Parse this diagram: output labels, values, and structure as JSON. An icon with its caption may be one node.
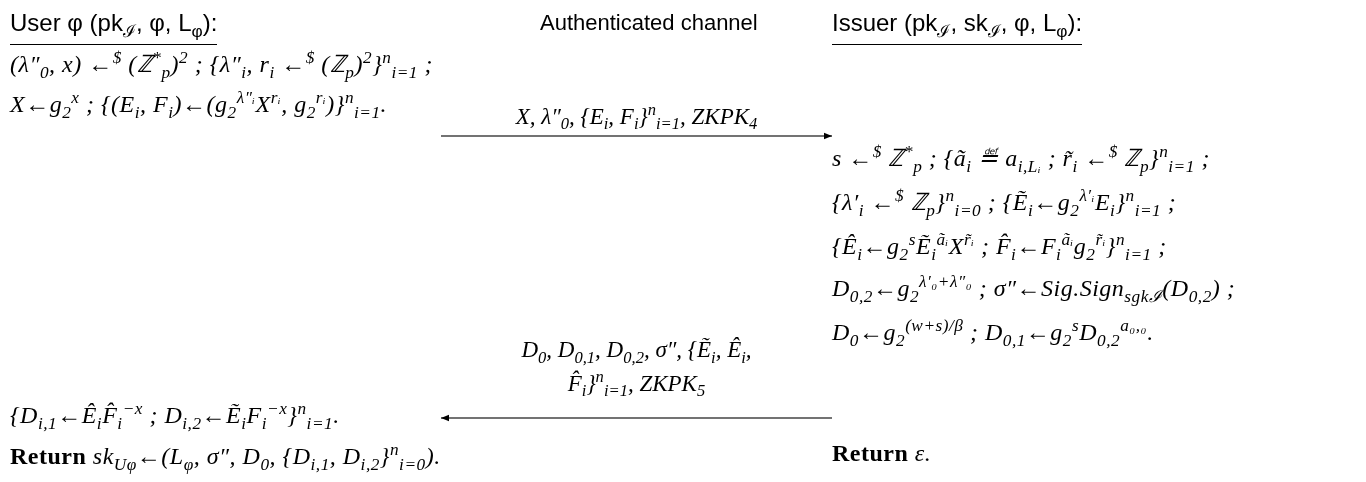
{
  "diagram": {
    "nodes": [
      {
        "text": [
          "User φ (pk$_{ℐ}$, φ, L$_{φ}$):",
          "(λ″$_{0}$, x) ←$^{$}$ (ℤ$^{*}$$_{p}$)$^{2}$ ; {λ″$_{i}$, r$_{i}$ ←$^{$}$ (ℤ$_{p}$)$^{2}$}$^{n}$$_{i=1}$ ;",
          "X←g$_{2}$$^{x}$ ; {(E$_{i}$, F$_{i}$)←(g$_{2}$$^{λ″ᵢ}$X$^{rᵢ}$, g$_{2}$$^{rᵢ}$)}$^{n}$$_{i=1}$.",
          "{D$_{i,1}$←Ê$_{i}$F̂$_{i}$$^{−x}$ ; D$_{i,2}$←Ẽ$_{i}$F$_{i}$$^{−x}$}$^{n}$$_{i=1}$.",
          "**Return** sk$_{Uφ}$←(L$_{φ}$, σ″, D$_{0}$, {D$_{i,1}$, D$_{i,2}$}$^{n}$$_{i=0}$)."
        ]
      },
      {
        "text": [
          "Issuer (pk$_{ℐ}$, sk$_{ℐ}$, φ, L$_{φ}$):",
          "s ←$^{$}$ ℤ$^{*}$$_{p}$ ; {ã$_{i}$ ≝ a$_{i,Lᵢ}$ ; r̃$_{i}$ ←$^{$}$ ℤ$_{p}$}$^{n}$$_{i=1}$ ;",
          "{λ′$_{i}$ ←$^{$}$ ℤ$_{p}$}$^{n}$$_{i=0}$ ; {Ẽ$_{i}$←g$_{2}$$^{λ′ᵢ}$E$_{i}$}$^{n}$$_{i=1}$ ;",
          "{Ê$_{i}$←g$_{2}$$^{s}$Ẽ$_{i}$$^{ãᵢ}$X$^{r̃ᵢ}$ ; F̂$_{i}$←F$_{i}$$^{ãᵢ}$g$_{2}$$^{r̃ᵢ}$}$^{n}$$_{i=1}$ ;",
          "D$_{0,2}$←g$_{2}$$^{λ′₀+λ″₀}$ ; σ″←Sig.Sign$_{sgkℐ}$(D$_{0,2}$) ;",
          "D$_{0}$←g$_{2}$$^{(w+s)/β}$ ; D$_{0,1}$←g$_{2}$$^{s}$D$_{0,2}$$^{a₀,₀}$.",
          "**Return** ε."
        ]
      }
    ],
    "edges": [
      {
        "from": 0,
        "to": 1,
        "arrow": "to",
        "label": "X, λ″$_{0}$, {E$_{i}$, F$_{i}$}$^{n}$$_{i=1}$, ZKPK$_{4}$"
      },
      {
        "from": 1,
        "to": 0,
        "arrow": "to",
        "label": "D$_{0}$, D$_{0,1}$, D$_{0,2}$, σ″, {Ẽ$_{i}$, Ê$_{i}$, F̂$_{i}$}$^{n}$$_{i=1}$, ZKPK$_{5}$"
      }
    ],
    "labels": [
      "Authenticated channel"
    ]
  }
}
